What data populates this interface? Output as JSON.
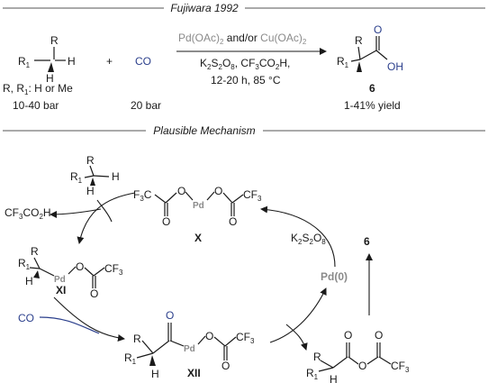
{
  "reaction": {
    "header": "Fujiwara 1992",
    "reactant_R": "R",
    "reactant_R1": "R",
    "reactant_H1": "H",
    "reactant_H2": "H",
    "plus": "+",
    "co": "CO",
    "catalyst_pd": "Pd(OAc)",
    "catalyst_and": " and/or ",
    "catalyst_cu": "Cu(OAc)",
    "sub2": "2",
    "conditions_line1_a": "K",
    "conditions_line1_b": "S",
    "conditions_line1_c": "O",
    "conditions_line1_d": ", CF",
    "conditions_line1_e": "CO",
    "conditions_line1_f": "H,",
    "conditions_line2": "12-20 h, 85 °C",
    "substituents": "R, R",
    "substituents_tail": ": H or Me",
    "pressure_substrate": "10-40 bar",
    "pressure_co": "20 bar",
    "product_R": "R",
    "product_R1": "R",
    "product_O": "O",
    "product_OH": "OH",
    "product_number": "6",
    "yield": "1-41% yield",
    "sub1": "1",
    "sub3": "3",
    "sub8": "8"
  },
  "mechanism": {
    "header": "Plausible Mechanism",
    "substrate_R": "R",
    "substrate_R1": "R",
    "substrate_H1": "H",
    "substrate_H2": "H",
    "byproduct_a": "CF",
    "byproduct_b": "CO",
    "byproduct_c": "H",
    "cat_X_label": "X",
    "cat_F3C": "F",
    "cat_F3C_b": "C",
    "cat_O": "O",
    "cat_Pd": "Pd",
    "cat_CF3": "CF",
    "oxidant_a": "K",
    "oxidant_b": "S",
    "oxidant_c": "O",
    "pd0": "Pd(0)",
    "product_number": "6",
    "int_XI_label": "XI",
    "int_XI_R": "R",
    "int_XI_R1": "R",
    "int_XI_H": "H",
    "int_XI_Pd": "Pd",
    "int_XI_O": "O",
    "int_XI_CF3": "CF",
    "co": "CO",
    "int_XII_label": "XII",
    "int_XII_R": "R",
    "int_XII_R1": "R",
    "int_XII_H": "H",
    "int_XII_O": "O",
    "int_XII_Pd": "Pd",
    "int_XII_CF3": "CF",
    "anhydride_R": "R",
    "anhydride_R1": "R",
    "anhydride_H": "H",
    "anhydride_O": "O",
    "anhydride_CF3": "CF"
  },
  "colors": {
    "text": "#1a1a1a",
    "palladium_gray": "#8a8a8a",
    "co_blue": "#2b3f8c"
  }
}
